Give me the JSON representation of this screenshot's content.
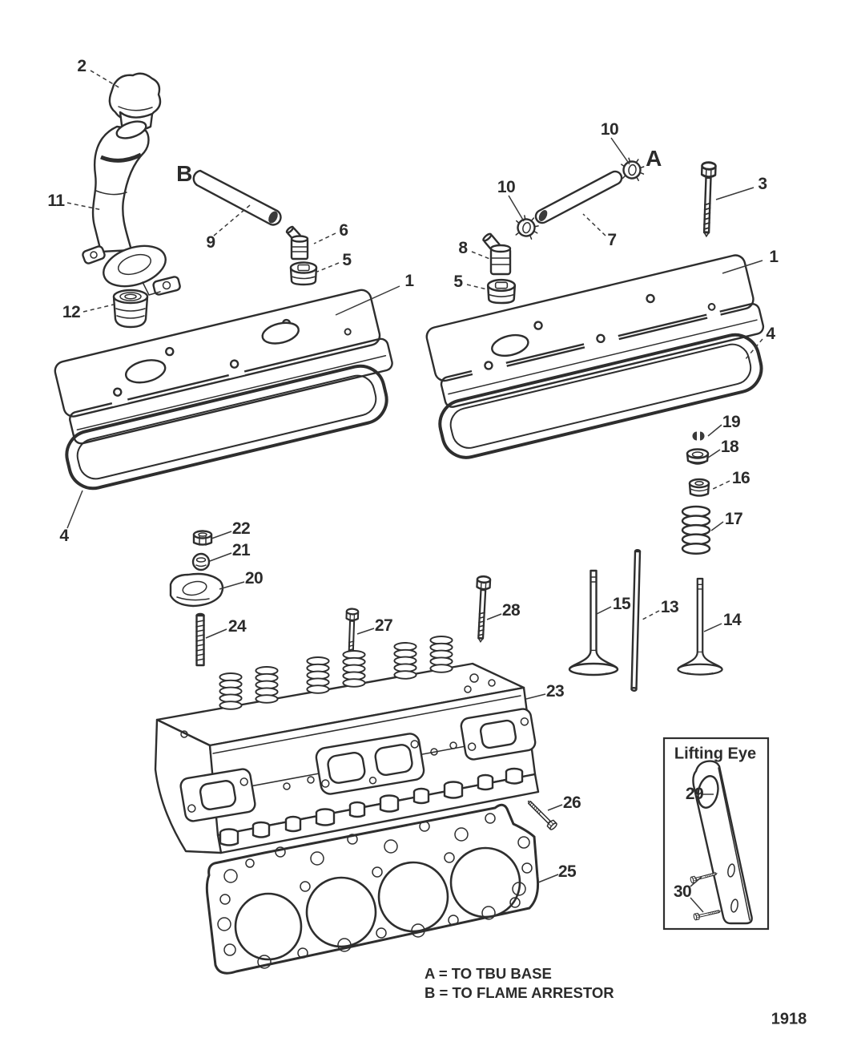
{
  "page": {
    "number": "1918"
  },
  "inset": {
    "title": "Lifting Eye"
  },
  "legend": {
    "line_a": "A = TO TBU BASE",
    "line_b": "B = TO FLAME ARRESTOR"
  },
  "callouts": [
    {
      "label": "2"
    },
    {
      "label": "11"
    },
    {
      "label": "12"
    },
    {
      "label": "B"
    },
    {
      "label": "9"
    },
    {
      "label": "6"
    },
    {
      "label": "5"
    },
    {
      "label": "1"
    },
    {
      "label": "4"
    },
    {
      "label": "10"
    },
    {
      "label": "A"
    },
    {
      "label": "10"
    },
    {
      "label": "7"
    },
    {
      "label": "8"
    },
    {
      "label": "5"
    },
    {
      "label": "3"
    },
    {
      "label": "1"
    },
    {
      "label": "4"
    },
    {
      "label": "19"
    },
    {
      "label": "18"
    },
    {
      "label": "16"
    },
    {
      "label": "17"
    },
    {
      "label": "22"
    },
    {
      "label": "21"
    },
    {
      "label": "20"
    },
    {
      "label": "24"
    },
    {
      "label": "27"
    },
    {
      "label": "28"
    },
    {
      "label": "15"
    },
    {
      "label": "13"
    },
    {
      "label": "14"
    },
    {
      "label": "23"
    },
    {
      "label": "26"
    },
    {
      "label": "25"
    },
    {
      "label": "29"
    },
    {
      "label": "30"
    }
  ]
}
